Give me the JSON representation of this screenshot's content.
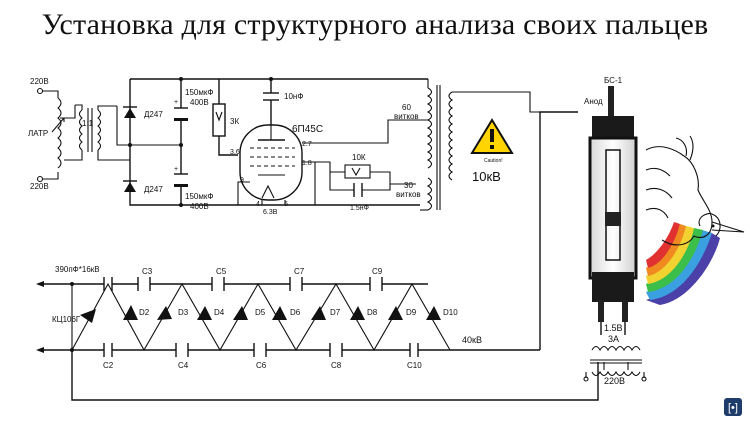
{
  "title": "Установка для структурного анализа своих пальцев",
  "labels": {
    "v220_top": "220В",
    "v220_bottom": "220В",
    "latr": "ЛАТР",
    "ratio": "1:1",
    "d247_top": "Д247",
    "d247_bottom": "Д247",
    "cap_top": "150мкФ\n400В",
    "cap_bottom": "150мкФ\n400В",
    "c10nf": "10нФ",
    "r3k": "3К",
    "tube": "6П45С",
    "pin_3_6": "3.6",
    "pin_2_7": "2.7",
    "pin_1_8": "1.8",
    "pin_9": "9",
    "pin_4": "4",
    "pin_5": "5",
    "filament": "6.3В",
    "r10k": "10К",
    "c1_5nf": "1.5нФ",
    "w60": "60\nвитков",
    "w30": "30\nвитков",
    "caution": "Caution!",
    "out_10kv": "10кВ",
    "bs1": "БС-1",
    "anod": "Анод",
    "mult_in": "390пФ*16кВ",
    "kc": "КЦ106Г",
    "out_40kv": "40кВ",
    "f1_5v": "1.5В",
    "f3a": "3А",
    "v220_lamp": "220В",
    "top_caps": [
      "C3",
      "C5",
      "C7",
      "C9"
    ],
    "bottom_caps": [
      "C2",
      "C4",
      "C6",
      "C8",
      "C10"
    ],
    "diodes": [
      "D2",
      "D3",
      "D4",
      "D5",
      "D6",
      "D7",
      "D8",
      "D9",
      "D10"
    ]
  },
  "colors": {
    "warning": "#ffd400",
    "brand": "#1f3d6b"
  },
  "icons": [
    "warning-triangle-icon",
    "rainbow-unicorn-icon",
    "logo-icon"
  ]
}
